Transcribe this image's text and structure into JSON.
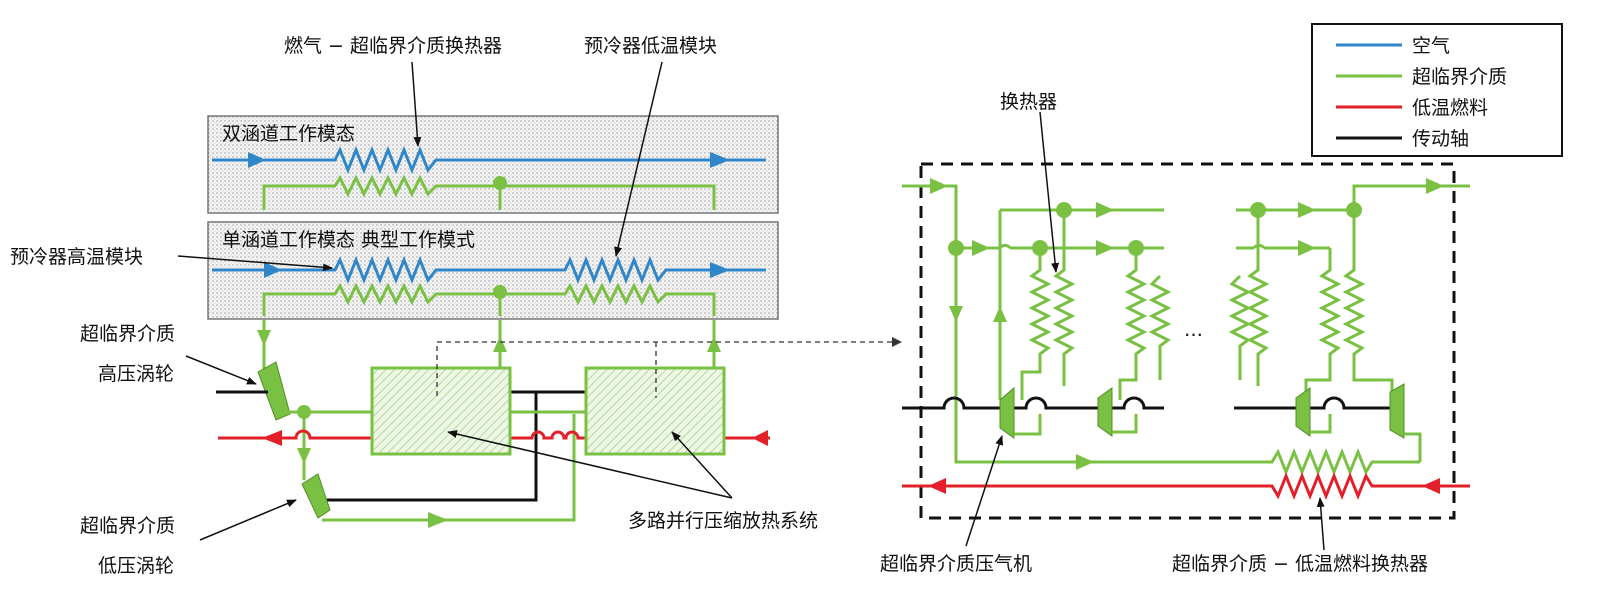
{
  "legend": {
    "items": [
      {
        "label": "空气",
        "color": "#2f86c9"
      },
      {
        "label": "超临界介质",
        "color": "#7ac143"
      },
      {
        "label": "低温燃料",
        "color": "#e3202a"
      },
      {
        "label": "传动轴",
        "color": "#111111"
      }
    ]
  },
  "panels": {
    "dual_duct_title": "双涵道工作模态",
    "single_duct_title": "单涵道工作模态 典型工作模式"
  },
  "callouts": {
    "gas_hx": "燃气 − 超临界介质换热器",
    "precooler_low": "预冷器低温模块",
    "precooler_high": "预冷器高温模块",
    "hp_turbine_line1": "超临界介质",
    "hp_turbine_line2": "高压涡轮",
    "lp_turbine_line1": "超临界介质",
    "lp_turbine_line2": "低压涡轮",
    "multipath_system": "多路并行压缩放热系统",
    "heat_exchanger": "换热器",
    "compressor": "超临界介质压气机",
    "fuel_hx": "超临界介质 − 低温燃料换热器",
    "ellipsis": "…"
  },
  "colors": {
    "air": "#2f86c9",
    "medium": "#7ac143",
    "fuel": "#e3202a",
    "shaft": "#111111"
  }
}
